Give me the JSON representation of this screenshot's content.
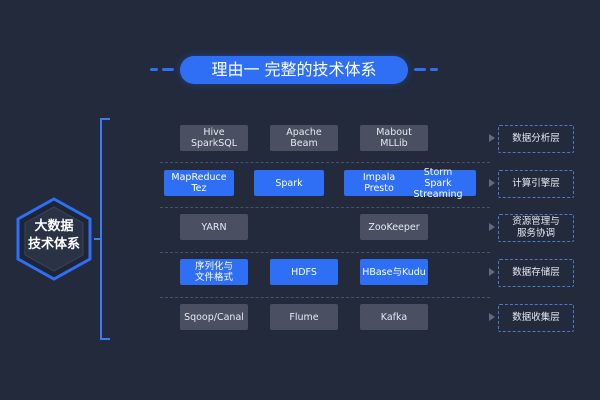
{
  "title": "理由一 完整的技术体系",
  "core_label": "大数据\n技术体系",
  "colors": {
    "background": "#222a3c",
    "accent_blue": "#2f6ff5",
    "box_gray": "#4a5061"
  },
  "rows": [
    {
      "layer": "数据分析层",
      "items": [
        {
          "label": "Hive\nSparkSQL",
          "style": "gray"
        },
        {
          "label": "Apache\nBeam",
          "style": "gray"
        },
        {
          "label": "Mabout\nMLLib",
          "style": "gray"
        }
      ]
    },
    {
      "layer": "计算引擎层",
      "items": [
        {
          "label": "MapReduce\nTez",
          "style": "blue"
        },
        {
          "label": "Spark",
          "style": "blue"
        },
        {
          "label": "Impala\nPresto",
          "style": "blue"
        },
        {
          "label": "Storm\nSpark Streaming",
          "style": "blue"
        }
      ]
    },
    {
      "layer": "资源管理与\n服务协调",
      "items": [
        {
          "label": "YARN",
          "style": "gray"
        },
        {
          "label": "ZooKeeper",
          "style": "gray"
        }
      ]
    },
    {
      "layer": "数据存储层",
      "items": [
        {
          "label": "序列化与\n文件格式",
          "style": "blue"
        },
        {
          "label": "HDFS",
          "style": "blue"
        },
        {
          "label": "HBase与Kudu",
          "style": "blue"
        }
      ]
    },
    {
      "layer": "数据收集层",
      "items": [
        {
          "label": "Sqoop/Canal",
          "style": "gray"
        },
        {
          "label": "Flume",
          "style": "gray"
        },
        {
          "label": "Kafka",
          "style": "gray"
        }
      ]
    }
  ]
}
